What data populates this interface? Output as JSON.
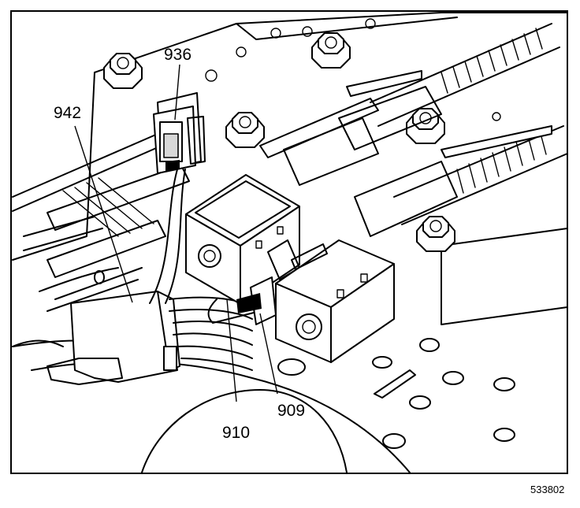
{
  "figure": {
    "callouts": {
      "c936": "936",
      "c942": "942",
      "c909": "909",
      "c910": "910"
    },
    "figure_number": "533802"
  }
}
